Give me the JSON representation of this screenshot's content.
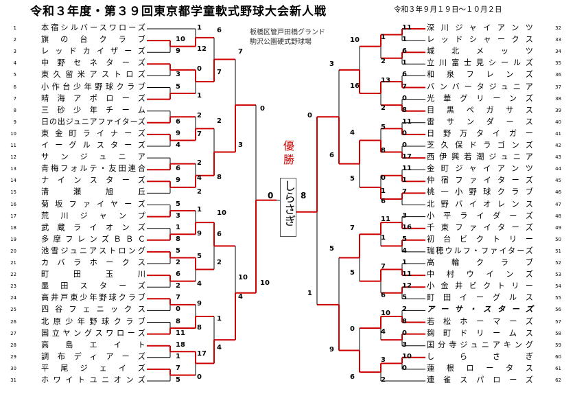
{
  "header": {
    "title": "令和３年度・第３９回東京都学童軟式野球大会新人戦",
    "date": "令和３年９月１９日～１０月２日",
    "venue_1": "板橋区管戸田橋グランド",
    "venue_2": "駒沢公園硬式野球場"
  },
  "champion": {
    "label": "優勝",
    "name": "しらさぎ"
  },
  "left_teams": [
    {
      "seed": "1",
      "name": "本宿シルバースワローズ"
    },
    {
      "seed": "2",
      "name": "旗の台クラブ"
    },
    {
      "seed": "3",
      "name": "レッドカイザーズ"
    },
    {
      "seed": "4",
      "name": "中野セネターズ"
    },
    {
      "seed": "5",
      "name": "東久留米アストロズ"
    },
    {
      "seed": "6",
      "name": "小作台少年野球クラブ"
    },
    {
      "seed": "7",
      "name": "晴海アポローズ"
    },
    {
      "seed": "8",
      "name": "三砂少年チーム"
    },
    {
      "seed": "9",
      "name": "日の出ジュニアファイターズ"
    },
    {
      "seed": "10",
      "name": "東金町ライナーズ"
    },
    {
      "seed": "11",
      "name": "イーグルスターズ"
    },
    {
      "seed": "12",
      "name": "サンジュニア"
    },
    {
      "seed": "13",
      "name": "青梅フォルテ・友田連合"
    },
    {
      "seed": "14",
      "name": "ナインスターズ"
    },
    {
      "seed": "15",
      "name": "清瀬旭丘"
    },
    {
      "seed": "16",
      "name": "菊坂ファイヤーズ"
    },
    {
      "seed": "17",
      "name": "荒川ジャンプ"
    },
    {
      "seed": "18",
      "name": "武蔵ライオンズ"
    },
    {
      "seed": "19",
      "name": "多摩フレンズＢＢＣ"
    },
    {
      "seed": "20",
      "name": "池雪ジュニアストロング"
    },
    {
      "seed": "21",
      "name": "カバラホークス"
    },
    {
      "seed": "22",
      "name": "町田玉川"
    },
    {
      "seed": "23",
      "name": "墨田スターズ"
    },
    {
      "seed": "24",
      "name": "高井戸東少年野球クラブ"
    },
    {
      "seed": "25",
      "name": "四谷フェニックス"
    },
    {
      "seed": "26",
      "name": "北原少年野球クラブ"
    },
    {
      "seed": "27",
      "name": "国立ヤングスワローズ"
    },
    {
      "seed": "28",
      "name": "高島エイト"
    },
    {
      "seed": "29",
      "name": "調布ディアーズ"
    },
    {
      "seed": "30",
      "name": "平尾ジェイズ"
    },
    {
      "seed": "31",
      "name": "ホワイトユニオンズ"
    }
  ],
  "right_teams": [
    {
      "seed": "32",
      "name": "深川ジャイアンツ"
    },
    {
      "seed": "33",
      "name": "レッドシャークス"
    },
    {
      "seed": "34",
      "name": "城北メッツ"
    },
    {
      "seed": "35",
      "name": "立川富士見シールズ"
    },
    {
      "seed": "36",
      "name": "和泉フレンズ"
    },
    {
      "seed": "37",
      "name": "バンバータジュニア"
    },
    {
      "seed": "38",
      "name": "光華グリーンズ"
    },
    {
      "seed": "39",
      "name": "目黒ペガサス"
    },
    {
      "seed": "40",
      "name": "雷サンダース"
    },
    {
      "seed": "41",
      "name": "日野万タイガー"
    },
    {
      "seed": "42",
      "name": "芝久保ドラゴンズ"
    },
    {
      "seed": "43",
      "name": "西伊興若潮ジュニア"
    },
    {
      "seed": "44",
      "name": "金町ジャイアンツ"
    },
    {
      "seed": "45",
      "name": "仲宿ファイターズ"
    },
    {
      "seed": "46",
      "name": "桃一小野球クラブ"
    },
    {
      "seed": "47",
      "name": "北野バイオレンス"
    },
    {
      "seed": "48",
      "name": "小平ライダーズ"
    },
    {
      "seed": "49",
      "name": "千東ファイターズ"
    },
    {
      "seed": "50",
      "name": "初台ビクトリー"
    },
    {
      "seed": "51",
      "name": "瑞穂ウルフ・ファイターズ"
    },
    {
      "seed": "52",
      "name": "高輪クラブ"
    },
    {
      "seed": "53",
      "name": "中村ウインズ"
    },
    {
      "seed": "54",
      "name": "小金井ビクトリー"
    },
    {
      "seed": "55",
      "name": "町田イーグルス"
    },
    {
      "seed": "56",
      "name": "アーサ・スターズ"
    },
    {
      "seed": "57",
      "name": "若松ホーマーズ"
    },
    {
      "seed": "58",
      "name": "麹町ドリームス"
    },
    {
      "seed": "59",
      "name": "国分寺ジュニアキング"
    },
    {
      "seed": "60",
      "name": "しらさぎ"
    },
    {
      "seed": "61",
      "name": "蓮根ロータス"
    },
    {
      "seed": "62",
      "name": "連雀スパローズ"
    }
  ],
  "scores": {
    "L1_a": "1",
    "L1_b": "10",
    "L1_c": "12",
    "L1_d": "9",
    "L1_e": "0",
    "L1_f": "3",
    "L1_g": "5",
    "L1_h": "1",
    "L2_a": "6",
    "L2_b": "7",
    "L1_i": "2",
    "L1_j": "6",
    "L1_k": "7",
    "L1_l": "9",
    "L1_m": "4",
    "L1_n": "2",
    "L1_o": "6",
    "L1_p": "4",
    "L1_q": "9",
    "L1_r": "2",
    "L2_c": "2",
    "L2_d": "8",
    "L3_a": "7",
    "L3_b": "3",
    "L4_a": "0",
    "L1_s": "5",
    "L1_t": "1",
    "L1_u": "3",
    "L1_v": "1",
    "L1_w": "9",
    "L1_x": "8",
    "L1_y": "5",
    "L1_z": "5",
    "L1_aa": "2",
    "L1_ab": "6",
    "L1_ac": "2",
    "L1_ad": "4",
    "L2_e": "10",
    "L2_f": "6",
    "L2_g": "2",
    "L1_ae": "7",
    "L1_af": "9",
    "L1_ag": "0",
    "L1_ah": "8",
    "L1_ai": "8",
    "L1_aj": "11",
    "L1_ak": "18",
    "L1_al": "17",
    "L1_am": "1",
    "L1_an": "7",
    "L1_ao": "0",
    "L1_ap": "5",
    "L2_h": "1",
    "L2_i": "4",
    "L3_c": "4",
    "L3_d": "10",
    "L4_b": "10",
    "F_left": "0",
    "F_right": "8",
    "R1_a": "11",
    "R1_b": "1",
    "R1_c": "1",
    "R1_d": "6",
    "R1_e": "1",
    "R1_f": "2",
    "R1_g": "6",
    "R1_h": "7",
    "R1_i": "13",
    "R1_j": "0",
    "R1_k": "8",
    "R1_l": "2",
    "R2_a": "10",
    "R2_b": "16",
    "R3_a": "3",
    "R1_m": "11",
    "R1_n": "0",
    "R1_o": "5",
    "R1_p": "0",
    "R1_q": "8",
    "R1_r": "17",
    "R1_s": "11",
    "R1_t": "1",
    "R1_u": "0",
    "R1_v": "1",
    "R1_w": "7",
    "R1_x": "6",
    "R2_c": "4",
    "R2_d": "5",
    "R3_b": "6",
    "R4_a": "0",
    "R1_y": "3",
    "R1_z": "11",
    "R1_aa": "16",
    "R1_ab": "1",
    "R1_ac": "5",
    "R1_ad": "4",
    "R1_ae": "7",
    "R1_af": "1",
    "R1_ag": "11",
    "R1_ah": "12",
    "R1_ai": "5",
    "R1_aj": "6",
    "R2_e": "7",
    "R2_f": "5",
    "R3_c": "5",
    "R1_ak": "2",
    "R1_al": "10",
    "R1_am": "8",
    "R1_an": "0",
    "R1_ao": "4",
    "R1_ap": "3",
    "R1_aq": "10",
    "R1_ar": "3",
    "R1_as": "0",
    "R1_at": "2",
    "R2_g": "0",
    "R2_h": "6",
    "R3_d": "9",
    "R4_b": "1"
  },
  "colors": {
    "win_line": "#cc0000",
    "lose_line": "#000000",
    "yusho": "#cc0000"
  }
}
